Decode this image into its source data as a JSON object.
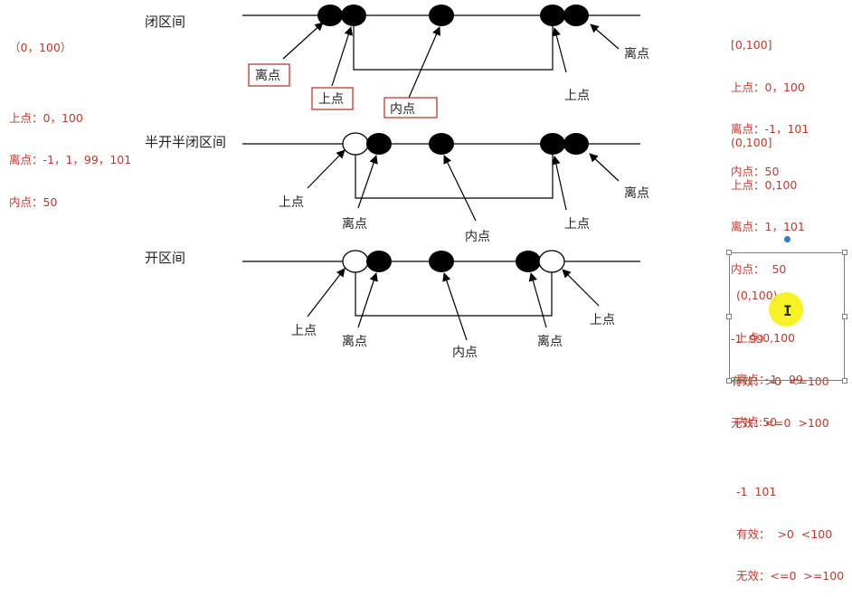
{
  "title_closed": "闭区间",
  "title_half_open": "半开半闭区间",
  "title_open": "开区间",
  "labels": {
    "off_point": "离点",
    "on_point": "上点",
    "in_point": "内点"
  },
  "left_note": [
    "（0，100）",
    "",
    "上点：0，100",
    "离点：-1，1，99，101",
    "内点：50"
  ],
  "right_note_closed": [
    "[0,100]",
    "上点：0，100",
    "离点：-1，101",
    "内点：50"
  ],
  "right_note_half": [
    "(0,100]",
    "上点：0,100",
    "离点：1，101",
    "内点：  50",
    "",
    "-1  99",
    "有效：>0  <=100",
    "无效：<=0  >100"
  ],
  "right_note_open": [
    "(0,100)",
    "上点:0,100",
    "离点：1，99",
    "内点:50",
    "",
    "-1  101",
    "有效：  >0  <100",
    "无效：<=0  >=100"
  ],
  "colors": {
    "annotation": "#c0392b",
    "line": "#000000",
    "selection": "#7f7f7f",
    "handle": "#2f7bd8",
    "cursor": "#f5f000"
  },
  "icons": [
    "i-beam-cursor-icon"
  ]
}
